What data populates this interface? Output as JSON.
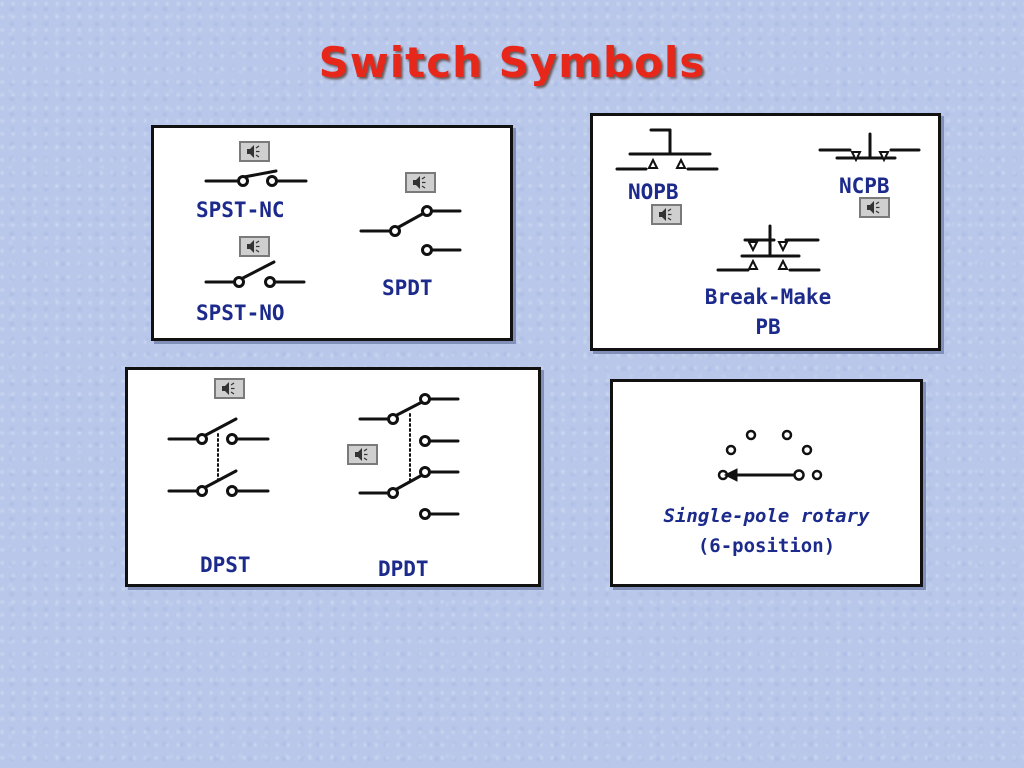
{
  "title": "Switch Symbols",
  "panels": {
    "spst": {
      "labels": {
        "spst_nc": "SPST-NC",
        "spst_no": "SPST-NO",
        "spdt": "SPDT"
      }
    },
    "pushbutton": {
      "labels": {
        "nopb": "NOPB",
        "ncpb": "NCPB",
        "break_make_line1": "Break-Make",
        "break_make_line2": "PB"
      }
    },
    "double_pole": {
      "labels": {
        "dpst": "DPST",
        "dpdt": "DPDT"
      }
    },
    "rotary": {
      "labels": {
        "line1": "Single-pole rotary",
        "line2": "(6-position)"
      }
    }
  },
  "colors": {
    "title": "#e8271b",
    "label": "#1c2a8c",
    "symbol": "#111111"
  },
  "icons": {
    "sound": "speaker-icon"
  }
}
